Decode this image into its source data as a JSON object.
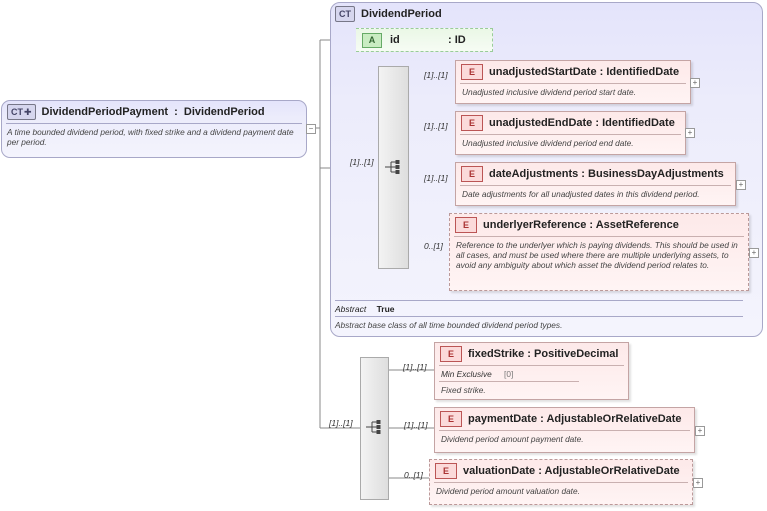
{
  "root": {
    "badge": "CT",
    "name": "DividendPeriodPayment",
    "type": "DividendPeriod",
    "doc": "A time bounded dividend period, with fixed strike and a dividend payment date per period."
  },
  "base": {
    "badge": "CT",
    "name": "DividendPeriod",
    "attribute": {
      "badge": "A",
      "name": "id",
      "type": "ID"
    },
    "abstract_label": "Abstract",
    "abstract_value": "True",
    "doc": "Abstract base class of all time bounded dividend period types.",
    "seq_multiplicity": "[1]..[1]",
    "elements": [
      {
        "badge": "E",
        "name": "unadjustedStartDate",
        "type": "IdentifiedDate",
        "mult": "[1]..[1]",
        "doc": "Unadjusted inclusive dividend period start date."
      },
      {
        "badge": "E",
        "name": "unadjustedEndDate",
        "type": "IdentifiedDate",
        "mult": "[1]..[1]",
        "doc": "Unadjusted inclusive dividend period end date."
      },
      {
        "badge": "E",
        "name": "dateAdjustments",
        "type": "BusinessDayAdjustments",
        "mult": "[1]..[1]",
        "doc": "Date adjustments for all unadjusted dates in this dividend period."
      },
      {
        "badge": "E",
        "name": "underlyerReference",
        "type": "AssetReference",
        "mult": "0..[1]",
        "doc": "Reference to the underlyer which is paying dividends. This should be used in all cases, and must be used where there are multiple underlying assets, to avoid any ambiguity about which asset the dividend period relates to."
      }
    ]
  },
  "extension": {
    "seq_multiplicity": "[1]..[1]",
    "elements": [
      {
        "badge": "E",
        "name": "fixedStrike",
        "type": "PositiveDecimal",
        "mult": "[1]..[1]",
        "facet_label": "Min Exclusive",
        "facet_value": "[0]",
        "doc": "Fixed strike."
      },
      {
        "badge": "E",
        "name": "paymentDate",
        "type": "AdjustableOrRelativeDate",
        "mult": "[1]..[1]",
        "doc": "Dividend period amount payment date."
      },
      {
        "badge": "E",
        "name": "valuationDate",
        "type": "AdjustableOrRelativeDate",
        "mult": "0..[1]",
        "doc": "Dividend period amount valuation date."
      }
    ]
  },
  "colors": {
    "complex_type": "#e6e6fa",
    "element": "#fde8e8",
    "attribute": "#e6f7e3"
  }
}
